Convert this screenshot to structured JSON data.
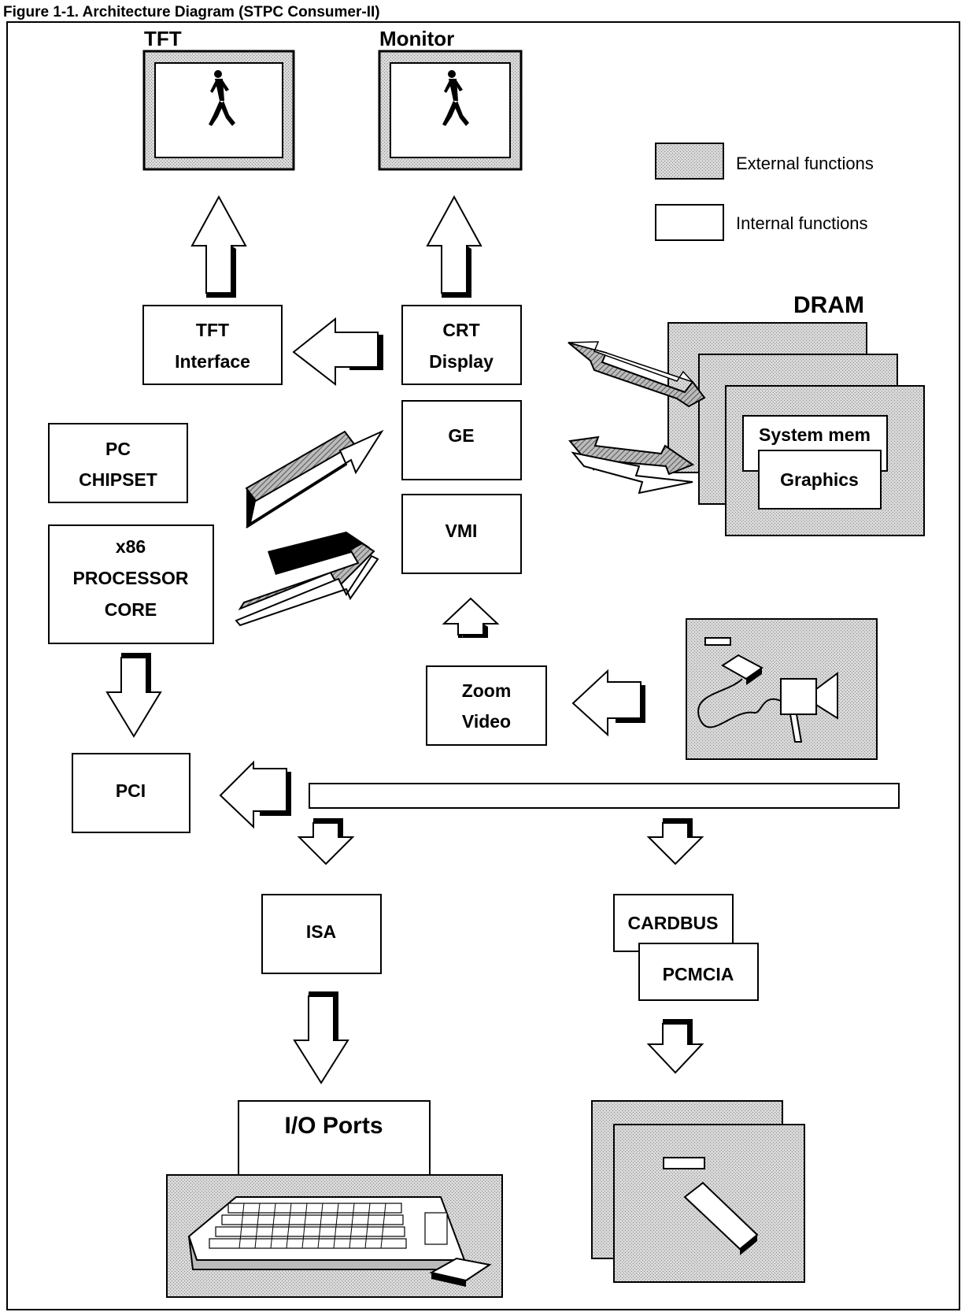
{
  "figure_caption": "Figure 1-1. Architecture Diagram (STPC Consumer-II)",
  "legend": {
    "external_label": "External functions",
    "internal_label": "Internal functions"
  },
  "displays": {
    "tft_title": "TFT",
    "monitor_title": "Monitor"
  },
  "blocks": {
    "tft_interface": [
      "TFT",
      "Interface"
    ],
    "crt_display": [
      "CRT",
      "Display"
    ],
    "ge": "GE",
    "vmi": "VMI",
    "pc_chipset": [
      "PC",
      "CHIPSET"
    ],
    "x86_core": [
      "x86",
      "PROCESSOR",
      "CORE"
    ],
    "zoom_video": [
      "Zoom",
      "Video"
    ],
    "pci": "PCI",
    "isa": "ISA",
    "cardbus": "CARDBUS",
    "pcmcia": "PCMCIA",
    "io_ports": "I/O Ports"
  },
  "dram": {
    "title": "DRAM",
    "system_mem": "System mem",
    "graphics": "Graphics"
  },
  "colors": {
    "external_fill": "#cfcfcf",
    "internal_fill": "#ffffff",
    "stroke": "#000000",
    "shadow": "#000000"
  }
}
